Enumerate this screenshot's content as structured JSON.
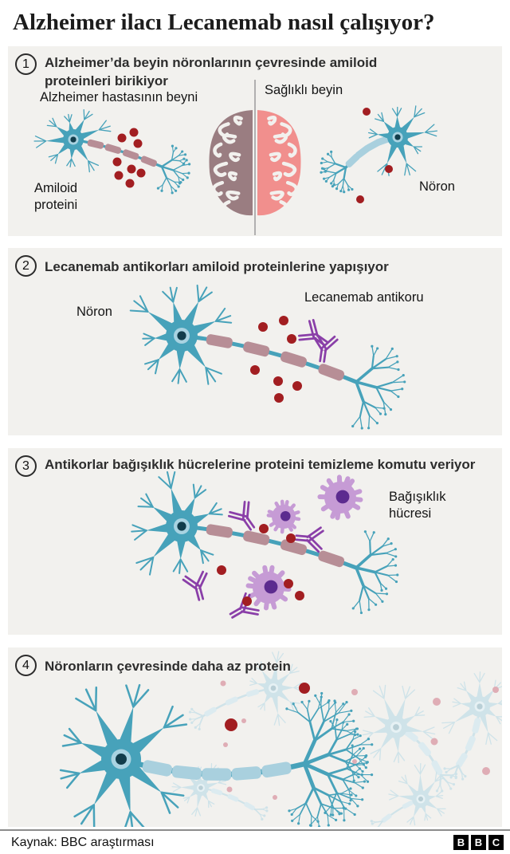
{
  "title": "Alzheimer ilacı Lecanemab nasıl çalışıyor?",
  "panels": [
    {
      "num": "1",
      "heading": "Alzheimer’da beyin nöronlarının çevresinde amiloid proteinleri birikiyor",
      "labels": {
        "patient_brain": "Alzheimer hastasının beyni",
        "healthy_brain": "Sağlıklı beyin",
        "amyloid": "Amiloid proteini",
        "neuron": "Nöron"
      }
    },
    {
      "num": "2",
      "heading": "Lecanemab antikorları amiloid proteinlerine yapışıyor",
      "labels": {
        "neuron": "Nöron",
        "antibody": "Lecanemab antikoru"
      }
    },
    {
      "num": "3",
      "heading": "Antikorlar bağışıklık hücrelerine proteini temizleme komutu veriyor",
      "labels": {
        "immune_cell": "Bağışıklık hücresi"
      }
    },
    {
      "num": "4",
      "heading": "Nöronların çevresinde daha az protein",
      "labels": {}
    }
  ],
  "footer": {
    "source": "Kaynak: BBC araştırması",
    "logo_letters": [
      "B",
      "B",
      "C"
    ]
  },
  "colors": {
    "panel_bg": "#f2f1ee",
    "neuron": "#47a2ba",
    "neuron_nucleus_ring": "#a9d3e1",
    "neuron_nucleus": "#123d4b",
    "damaged_axon_segment": "#b78e96",
    "healthy_axon_segment": "#a9d0de",
    "amyloid_red": "#a21e21",
    "antibody_purple": "#8a3fa8",
    "immune_cell": "#c69bd5",
    "immune_cell_nucleus": "#5c2b8f",
    "brain_left": "#9a7d81",
    "brain_right": "#f18f8d",
    "faint_neuron": "#cfe3e9",
    "faint_dot": "#dfadb5",
    "divider_gray": "#9b9b9b",
    "connector": "#4d4d4d"
  }
}
